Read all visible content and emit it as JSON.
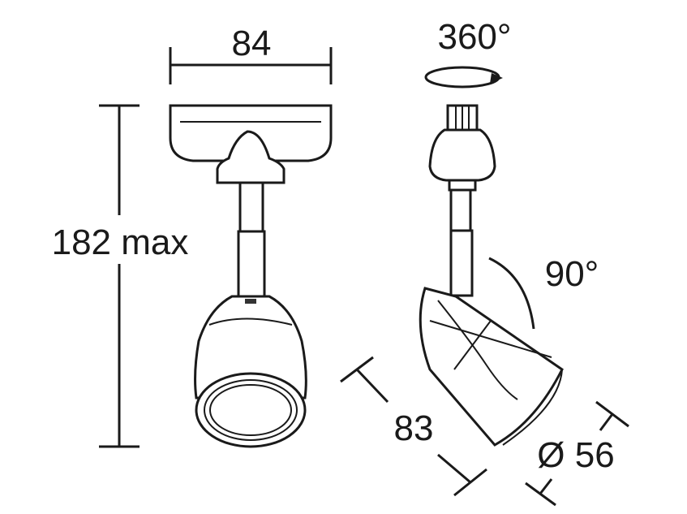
{
  "dimensions": {
    "width": "84",
    "rotation": "360°",
    "height": "182 max",
    "tilt": "90°",
    "length": "83",
    "diameter": "Ø 56"
  },
  "colors": {
    "line": "#1a1a1a",
    "background": "#ffffff"
  }
}
